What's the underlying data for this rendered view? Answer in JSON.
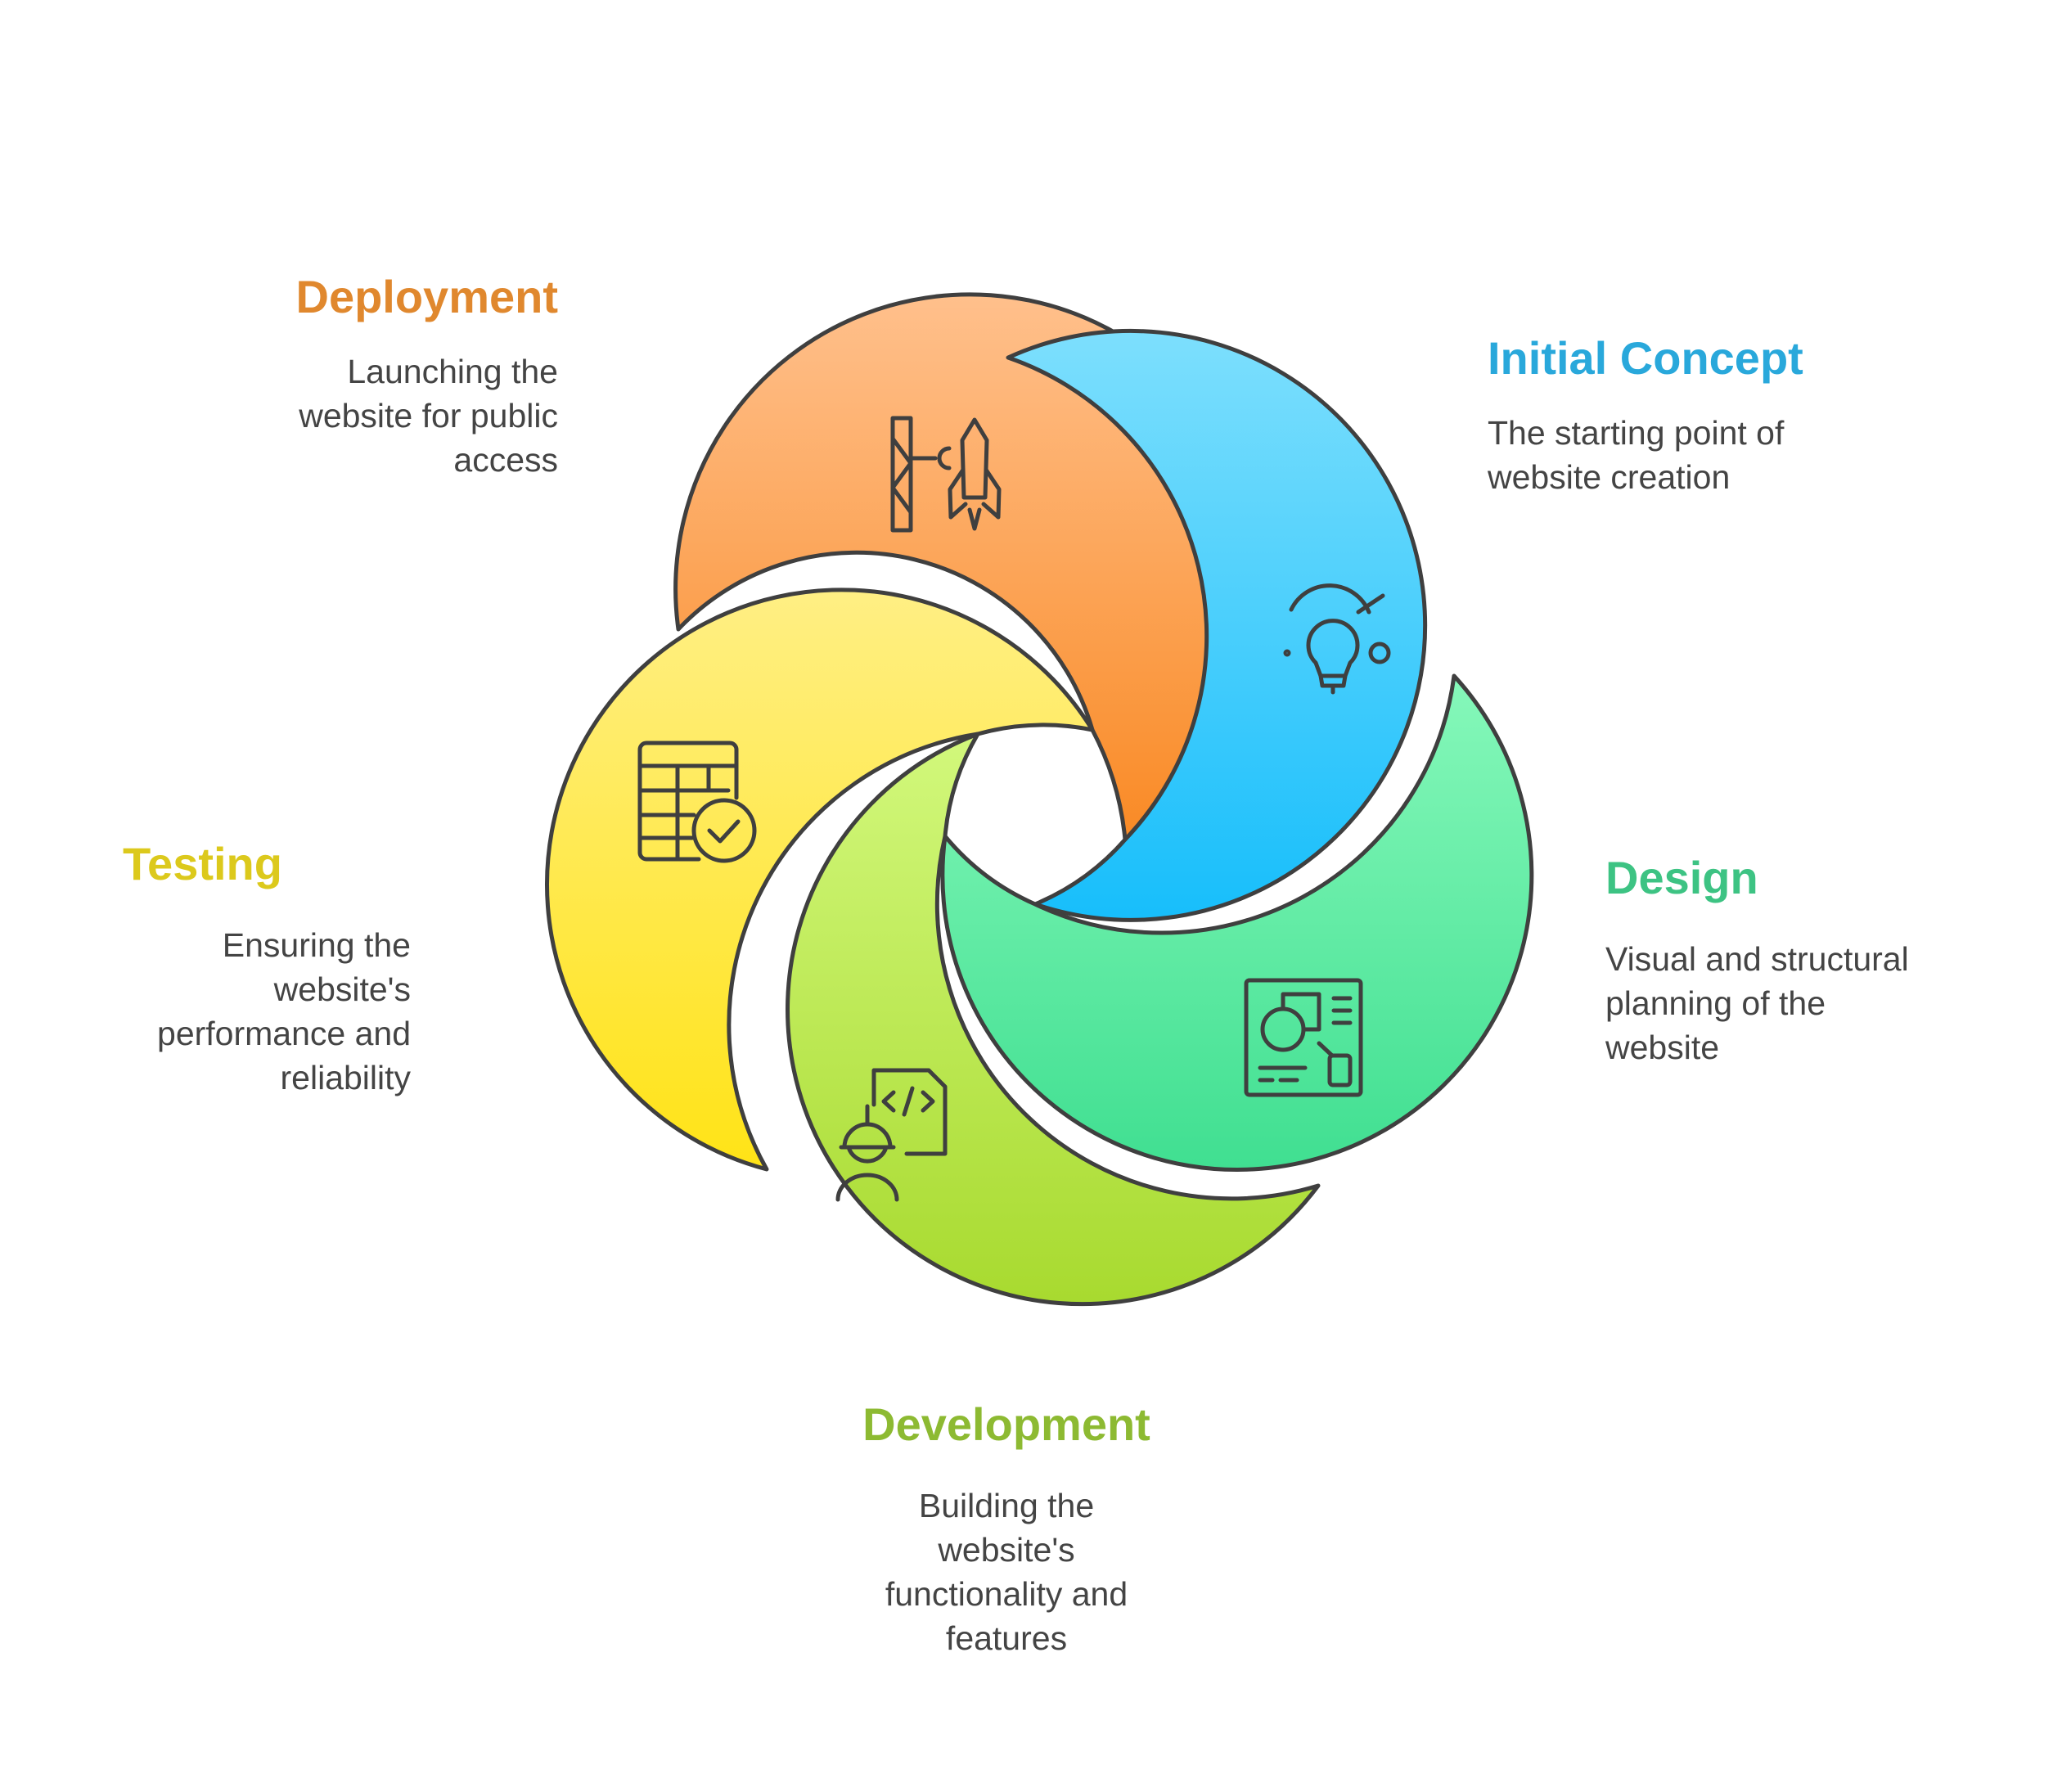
{
  "stages": [
    {
      "id": "deployment",
      "title": "Deployment",
      "description": [
        "Launching the",
        "website for public",
        "access"
      ],
      "color": "#E0882E",
      "icon": "rocket-launch-icon"
    },
    {
      "id": "initial-concept",
      "title": "Initial Concept",
      "description": [
        "The starting point of",
        "website creation"
      ],
      "color": "#29A8DB",
      "icon": "lightbulb-icon"
    },
    {
      "id": "design",
      "title": "Design",
      "description": [
        "Visual and structural",
        "planning of the",
        "website"
      ],
      "color": "#3DC383",
      "icon": "design-layout-icon"
    },
    {
      "id": "development",
      "title": "Development",
      "description": [
        "Building the",
        "website's",
        "functionality and",
        "features"
      ],
      "color": "#8DBA32",
      "icon": "developer-code-icon"
    },
    {
      "id": "testing",
      "title": "Testing",
      "description": [
        "Ensuring the",
        "website's",
        "performance and",
        "reliability"
      ],
      "color": "#DCC91C",
      "icon": "checklist-table-icon"
    }
  ]
}
